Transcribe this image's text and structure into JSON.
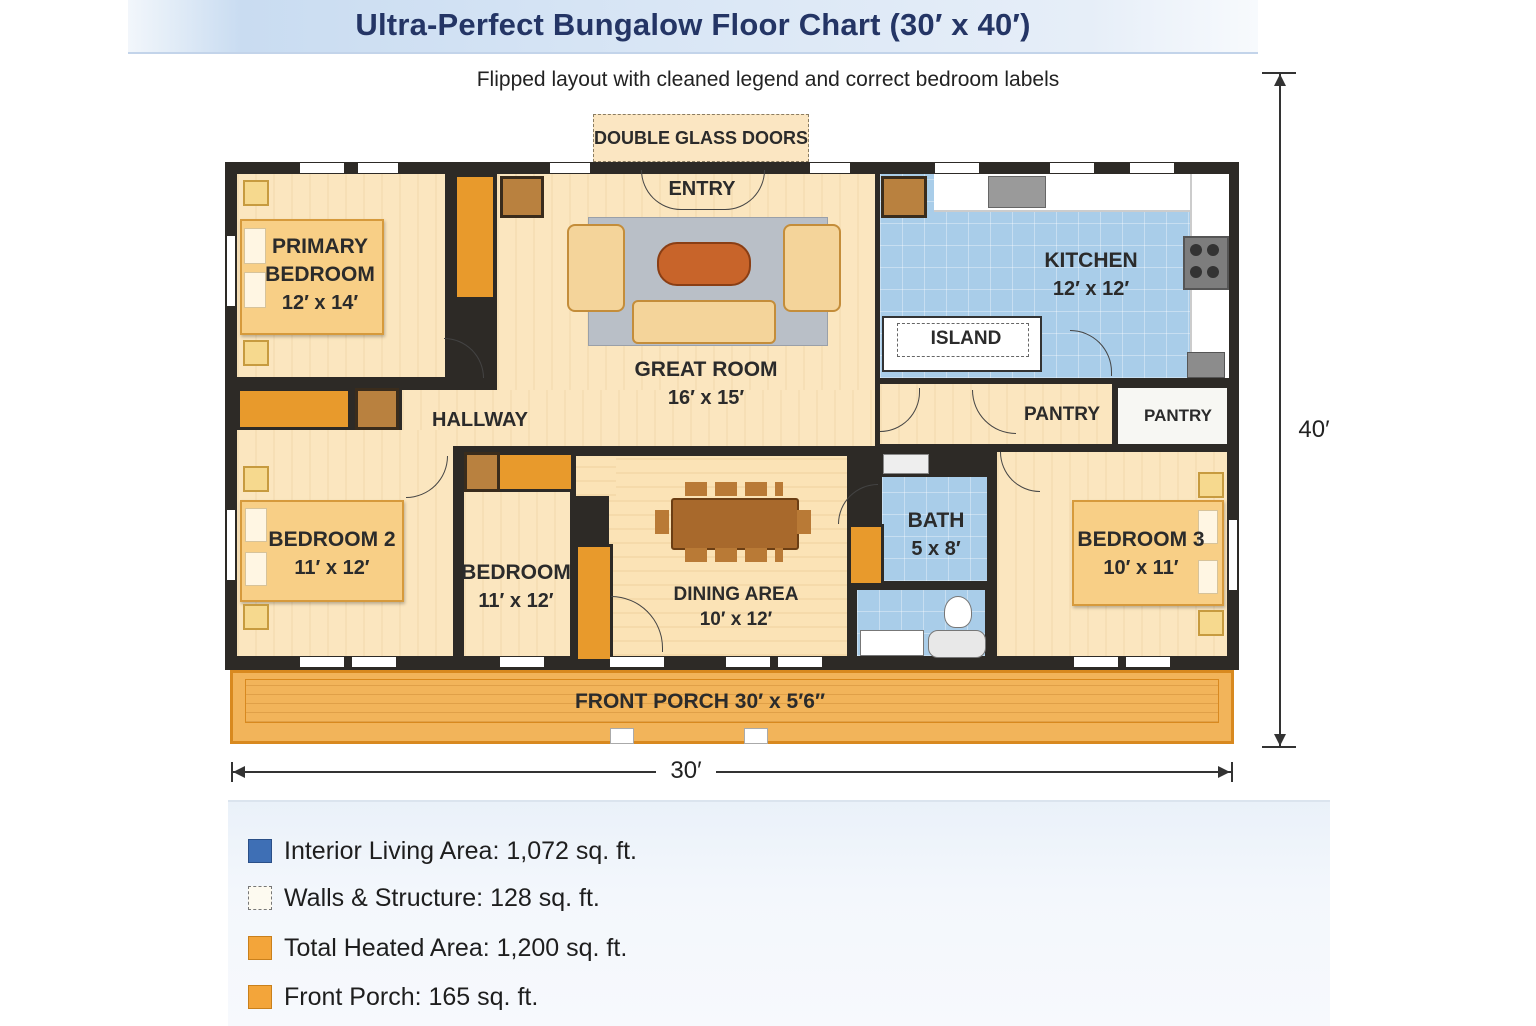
{
  "header": {
    "title": "Ultra-Perfect Bungalow Floor Chart (30′ x 40′)",
    "subtitle": "Flipped layout with cleaned legend and correct bedroom labels"
  },
  "rooms": {
    "double_glass_doors": "DOUBLE GLASS DOORS",
    "entry": "ENTRY",
    "primary_bedroom": {
      "name": "PRIMARY BEDROOM",
      "dims": "12′ x 14′"
    },
    "great_room": {
      "name": "GREAT ROOM",
      "dims": "16′ x 15′"
    },
    "kitchen": {
      "name": "KITCHEN",
      "dims": "12′ x 12′"
    },
    "island": "ISLAND",
    "hallway": "HALLWAY",
    "pantry_1": "PANTRY",
    "pantry_2": "PANTRY",
    "bedroom_2": {
      "name": "BEDROOM 2",
      "dims": "11′ x 12′"
    },
    "bedroom": {
      "name": "BEDROOM",
      "dims": "11′ x 12′"
    },
    "dining_area": {
      "name": "DINING AREA",
      "dims": "10′ x 12′"
    },
    "bath": {
      "name": "BATH",
      "dims": "5 x 8′"
    },
    "bedroom_3": {
      "name": "BEDROOM 3",
      "dims": "10′ x 11′"
    },
    "front_porch": "FRONT PORCH 30′ x 5′6″"
  },
  "dimensions": {
    "width": "30′",
    "depth": "40′"
  },
  "legend": [
    {
      "label": "Interior Living Area: 1,072 sq. ft.",
      "color": "#3e6fb5"
    },
    {
      "label": "Walls & Structure: 128 sq. ft.",
      "color": "#fdfaf0"
    },
    {
      "label": "Total Heated Area: 1,200 sq. ft.",
      "color": "#f3a53a"
    },
    {
      "label": "Front Porch: 165 sq. ft.",
      "color": "#f3a53a"
    }
  ],
  "colors": {
    "wall": "#2d2a26",
    "floor_wood": "#fbe6bf",
    "tile": "#a9cde9",
    "porch": "#f2b45a",
    "title": "#243565"
  }
}
